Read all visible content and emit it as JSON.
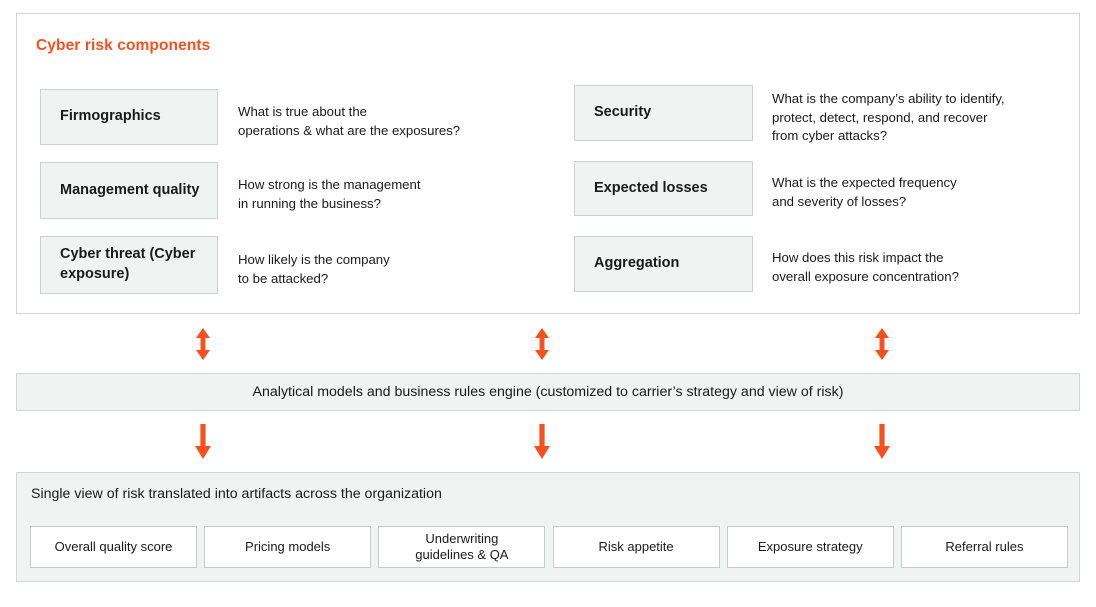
{
  "top_panel": {
    "title": "Cyber risk components",
    "left_column": [
      {
        "name": "Firmographics",
        "description": "What is true about the\noperations & what are the exposures?"
      },
      {
        "name": "Management\nquality",
        "description": "How strong is the management\nin running the business?"
      },
      {
        "name": "Cyber threat\n(Cyber exposure)",
        "description": "How likely is the company\nto be attacked?"
      }
    ],
    "right_column": [
      {
        "name": "Security",
        "description": "What is the company’s ability to identify,\nprotect, detect, respond, and recover\nfrom cyber attacks?"
      },
      {
        "name": "Expected losses",
        "description": "What is the expected frequency\nand severity of losses?"
      },
      {
        "name": "Aggregation",
        "description": "How does this risk impact the\noverall exposure concentration?"
      }
    ]
  },
  "connectors_upper": [
    {
      "icon": "double-headed-vertical-arrow-icon"
    },
    {
      "icon": "double-headed-vertical-arrow-icon"
    },
    {
      "icon": "double-headed-vertical-arrow-icon"
    }
  ],
  "engine_bar": {
    "label": "Analytical models and business rules engine (customized to carrier’s strategy and view of risk)"
  },
  "connectors_lower": [
    {
      "icon": "down-arrow-icon"
    },
    {
      "icon": "down-arrow-icon"
    },
    {
      "icon": "down-arrow-icon"
    }
  ],
  "bottom_panel": {
    "heading": "Single view of risk translated into artifacts across the organization",
    "artifacts": [
      {
        "label": "Overall quality score"
      },
      {
        "label": "Pricing models"
      },
      {
        "label": "Underwriting\nguidelines & QA"
      },
      {
        "label": "Risk appetite"
      },
      {
        "label": "Exposure strategy"
      },
      {
        "label": "Referral rules"
      }
    ]
  },
  "colors": {
    "accent_orange": "#f4511e",
    "panel_fill": "#f1f2f2",
    "border_gray": "#d4d4d4",
    "text_dark": "#1a1a1a"
  }
}
